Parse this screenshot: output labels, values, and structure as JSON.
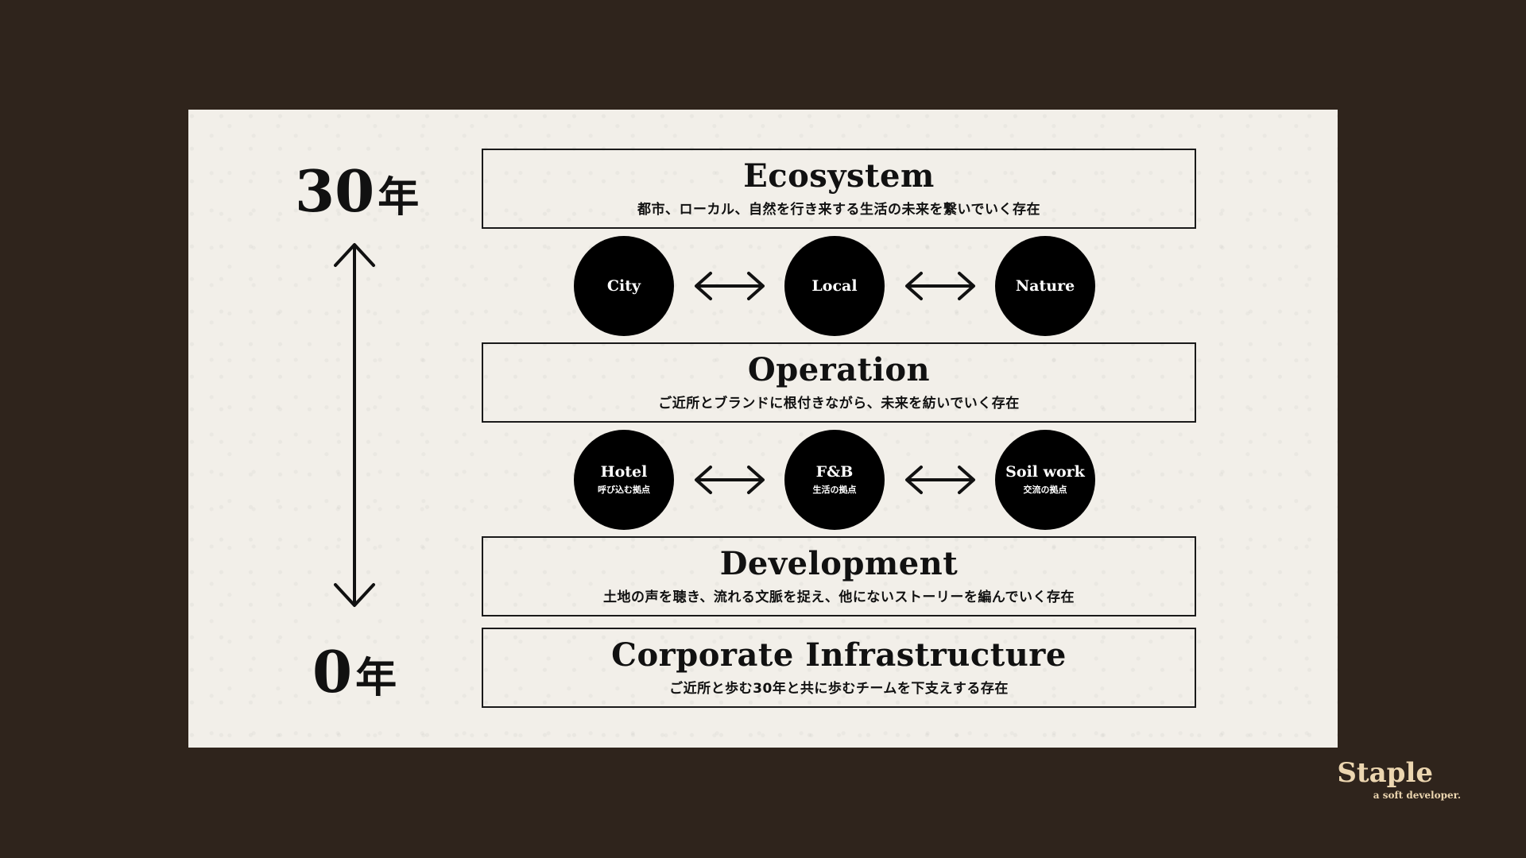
{
  "timeline": {
    "top": {
      "number": "30",
      "unit": "年"
    },
    "bottom": {
      "number": "0",
      "unit": "年"
    }
  },
  "layers": [
    {
      "title": "Ecosystem",
      "desc": "都市、ローカル、自然を行き来する生活の未来を繋いでいく存在"
    },
    {
      "title": "Operation",
      "desc": "ご近所とブランドに根付きながら、未来を紡いでいく存在"
    },
    {
      "title": "Development",
      "desc": "土地の声を聴き、流れる文脈を捉え、他にないストーリーを編んでいく存在"
    },
    {
      "title": "Corporate Infrastructure",
      "desc": "ご近所と歩む30年と共に歩むチームを下支えする存在"
    }
  ],
  "ecosystem_nodes": [
    {
      "label": "City"
    },
    {
      "label": "Local"
    },
    {
      "label": "Nature"
    }
  ],
  "operation_nodes": [
    {
      "label": "Hotel",
      "sub": "呼び込む拠点"
    },
    {
      "label": "F&B",
      "sub": "生活の拠点"
    },
    {
      "label": "Soil work",
      "sub": "交流の拠点"
    }
  ],
  "brand": {
    "name": "Staple",
    "tagline": "a soft developer."
  },
  "colors": {
    "background": "#2f241c",
    "card": "#f2efe9",
    "ink": "#111111",
    "brand": "#ecd6b0"
  }
}
